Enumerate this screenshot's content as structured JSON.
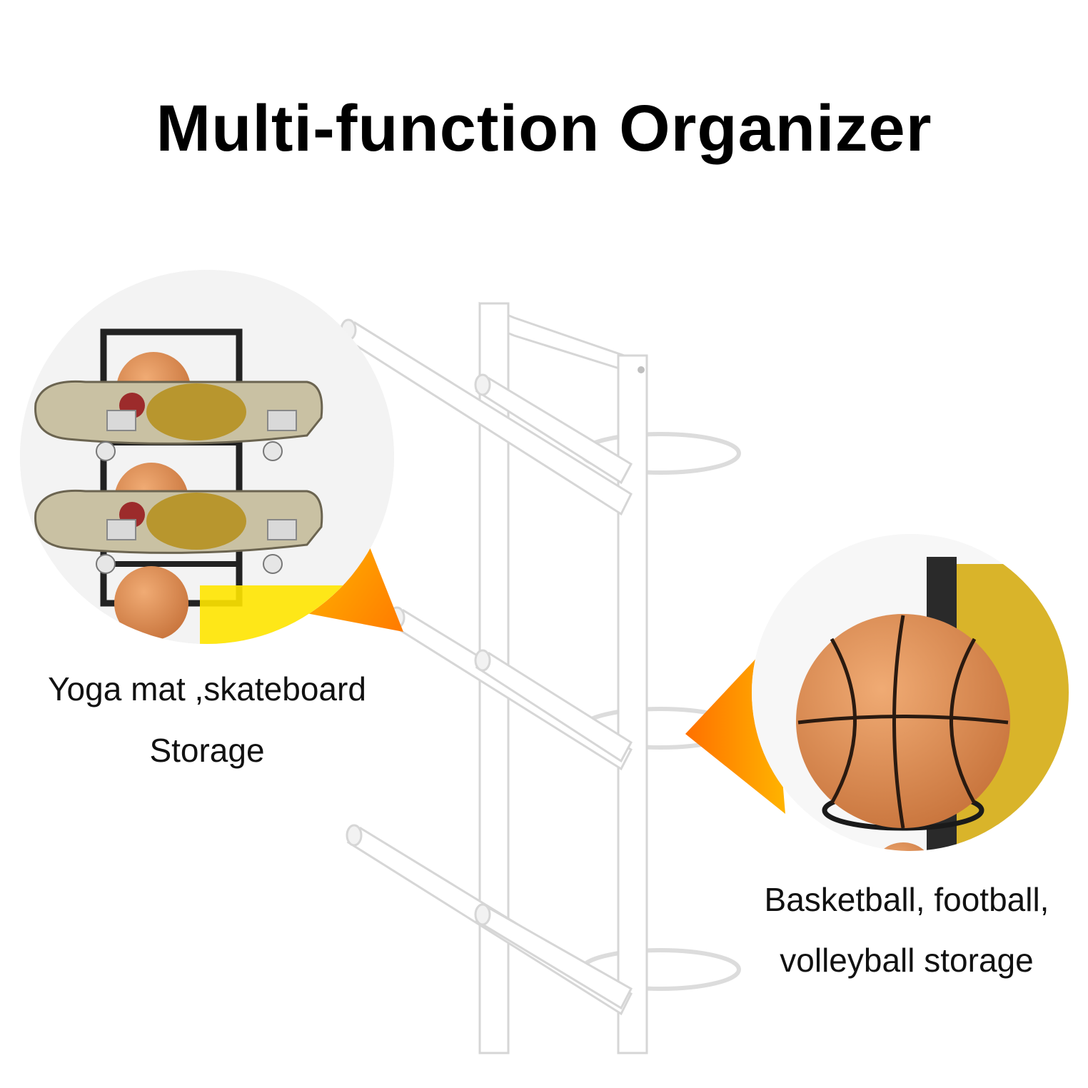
{
  "title": "Multi-function Organizer",
  "callouts": {
    "left": {
      "line1": "Yoga mat ,skateboard",
      "line2": "Storage"
    },
    "right": {
      "line1": "Basketball, football,",
      "line2": "volleyball storage"
    }
  },
  "colors": {
    "rack": "#ffffff",
    "rack_outline": "#d8d8d8",
    "basketball": "#d98a4e",
    "pointer_gradient_start": "#ffec00",
    "pointer_gradient_end": "#ff7a00"
  }
}
